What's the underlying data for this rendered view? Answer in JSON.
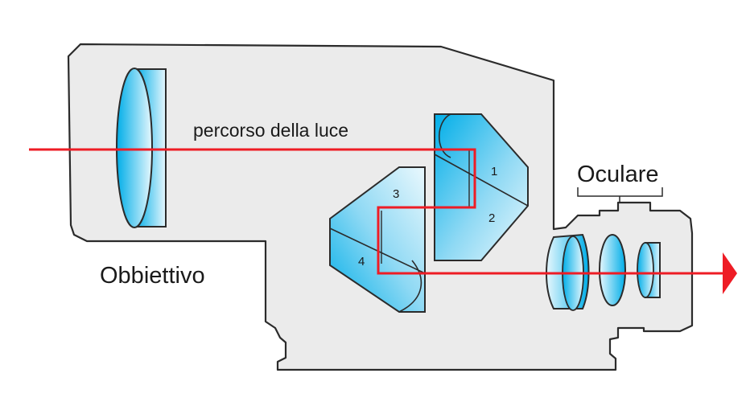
{
  "labels": {
    "objective": "Obbiettivo",
    "light_path": "percorso della luce",
    "eyepiece": "Oculare"
  },
  "prism_numbers": [
    "1",
    "2",
    "3",
    "4"
  ],
  "colors": {
    "body_fill": "#ebebeb",
    "outline": "#2b2b2b",
    "glass_dark": "#00aee8",
    "glass_light": "#e6f7fd",
    "light_ray": "#ee1c25"
  }
}
